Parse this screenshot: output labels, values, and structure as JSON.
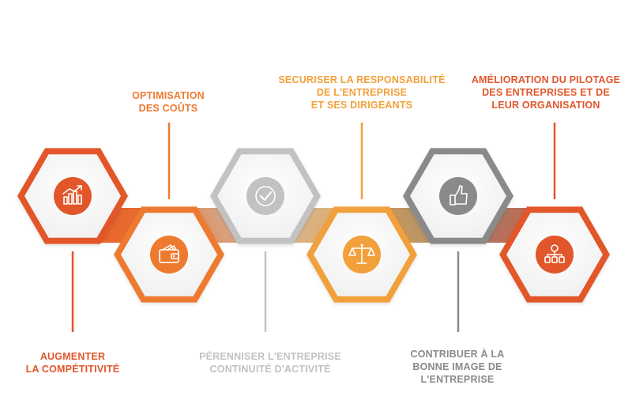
{
  "colors": {
    "orange_dark": "#e2562b",
    "orange_mid": "#ee7a30",
    "orange_light": "#f2a03a",
    "gray_mid": "#9e9e9e",
    "gray_light": "#c2c2c2",
    "gray_dark": "#8a8a8a"
  },
  "steps": [
    {
      "id": "augmenter",
      "icon": "growth-chart-icon",
      "color": "#e2562b",
      "label_lines": [
        "AUGMENTER",
        "LA COMPÉTITIVITÉ"
      ]
    },
    {
      "id": "optimisation",
      "icon": "wallet-icon",
      "color": "#ee7a30",
      "label_lines": [
        "OPTIMISATION",
        "DES COÛTS"
      ]
    },
    {
      "id": "perenniser",
      "icon": "check-circle-icon",
      "color": "#c2c2c2",
      "label_lines": [
        "PÉRENNISER L'ENTREPRISE",
        "CONTINUITÉ D'ACTIVITÉ"
      ]
    },
    {
      "id": "securiser",
      "icon": "scales-icon",
      "color": "#f2a03a",
      "label_lines": [
        "SECURISER LA RESPONSABILITÉ",
        "DE L'ENTREPRISE",
        "ET SES DIRIGEANTS"
      ]
    },
    {
      "id": "contribuer",
      "icon": "thumbs-up-icon",
      "color": "#8a8a8a",
      "label_lines": [
        "CONTRIBUER À LA",
        "BONNE IMAGE DE",
        "L'ENTREPRISE"
      ]
    },
    {
      "id": "amelioration",
      "icon": "org-chart-icon",
      "color": "#e2562b",
      "label_lines": [
        "AMÉLIORATION DU PILOTAGE",
        "DES ENTREPRISES ET DE",
        "LEUR ORGANISATION"
      ]
    }
  ]
}
